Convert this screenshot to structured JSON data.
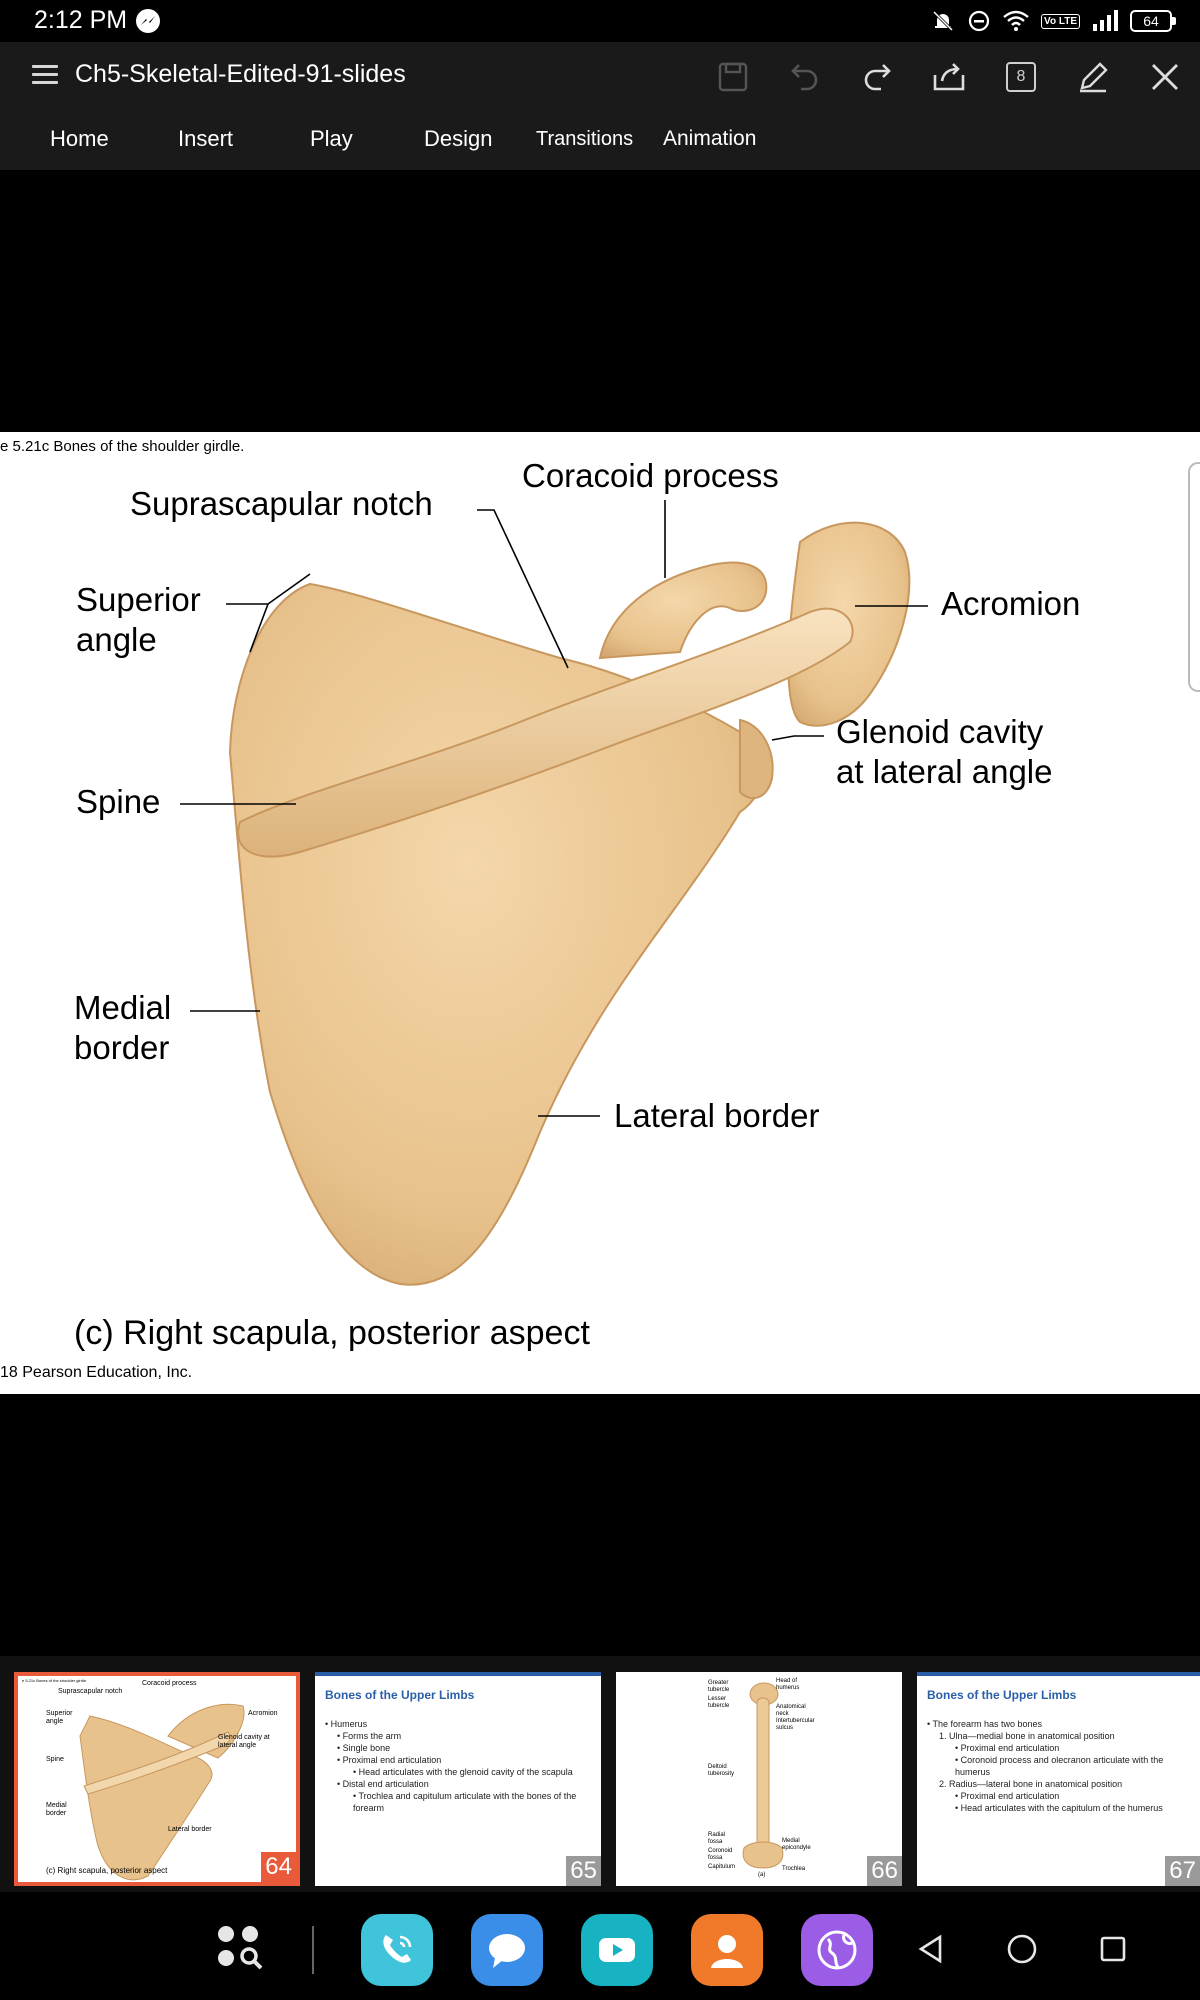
{
  "status_bar": {
    "time": "2:12 PM",
    "battery": "64",
    "network_badge": "Vo LTE",
    "icons": [
      "messenger-icon",
      "mute-bell-icon",
      "dnd-icon",
      "wifi-icon",
      "signal-icon",
      "battery-icon"
    ]
  },
  "toolbar": {
    "doc_title": "Ch5-Skeletal-Edited-91-slides",
    "slide_count": "8",
    "icons": [
      "menu-icon",
      "save-icon",
      "undo-icon",
      "redo-icon",
      "share-icon",
      "slide-count-icon",
      "edit-pen-icon",
      "close-icon"
    ]
  },
  "tabs": [
    {
      "label": "Home"
    },
    {
      "label": "Insert"
    },
    {
      "label": "Play"
    },
    {
      "label": "Design"
    },
    {
      "label": "Transitions"
    },
    {
      "label": "Animation"
    }
  ],
  "slide": {
    "caption": "e 5.21c Bones of the shoulder girdle.",
    "credit": "18 Pearson Education, Inc.",
    "subtitle": "(c) Right scapula, posterior aspect",
    "labels": {
      "suprascapular_notch": "Suprascapular notch",
      "coracoid_process": "Coracoid process",
      "superior_angle_1": "Superior",
      "superior_angle_2": "angle",
      "acromion": "Acromion",
      "glenoid_1": "Glenoid cavity",
      "glenoid_2": "at lateral angle",
      "spine": "Spine",
      "medial_border_1": "Medial",
      "medial_border_2": "border",
      "lateral_border": "Lateral border"
    }
  },
  "thumbnails": [
    {
      "number": "64",
      "selected": true,
      "labels": {
        "suprascapular": "Suprascapular notch",
        "coracoid": "Coracoid process",
        "superior": "Superior angle",
        "acromion": "Acromion",
        "glenoid": "Glenoid cavity at lateral angle",
        "spine": "Spine",
        "medial": "Medial border",
        "lateral": "Lateral border",
        "subtitle": "(c) Right scapula, posterior aspect"
      }
    },
    {
      "number": "65",
      "title": "Bones of the Upper Limbs",
      "bullets": [
        {
          "level": 1,
          "text": "• Humerus"
        },
        {
          "level": 2,
          "text": "• Forms the arm"
        },
        {
          "level": 2,
          "text": "• Single bone"
        },
        {
          "level": 2,
          "text": "• Proximal end articulation"
        },
        {
          "level": 3,
          "text": "• Head articulates with the glenoid cavity of the scapula"
        },
        {
          "level": 2,
          "text": "• Distal end articulation"
        },
        {
          "level": 3,
          "text": "• Trochlea and capitulum articulate with the bones of the forearm"
        }
      ]
    },
    {
      "number": "66",
      "labels": {
        "greater_tubercle": "Greater tubercle",
        "lesser_tubercle": "Lesser tubercle",
        "head": "Head of humerus",
        "anatomical_neck": "Anatomical neck",
        "intertubercular": "Intertubercular sulcus",
        "deltoid": "Deltoid tuberosity",
        "radial_fossa": "Radial fossa",
        "coronoid_fossa": "Coronoid fossa",
        "capitulum": "Capitulum",
        "medial_epicondyle": "Medial epicondyle",
        "trochlea": "Trochlea",
        "part": "(a)"
      }
    },
    {
      "number": "67",
      "title": "Bones of the Upper Limbs",
      "bullets": [
        {
          "level": 1,
          "text": "• The forearm has two bones"
        },
        {
          "level": 2,
          "text": "1. Ulna—medial bone in anatomical position"
        },
        {
          "level": 3,
          "text": "• Proximal end articulation"
        },
        {
          "level": 3,
          "text": "• Coronoid process and olecranon articulate with the humerus"
        },
        {
          "level": 2,
          "text": "2. Radius—lateral bone in anatomical position"
        },
        {
          "level": 3,
          "text": "• Proximal end articulation"
        },
        {
          "level": 3,
          "text": "• Head articulates with the capitulum of the humerus"
        }
      ]
    }
  ],
  "navbar": {
    "icons": [
      "app-drawer-search-icon",
      "phone-app-icon",
      "messages-app-icon",
      "video-app-icon",
      "contacts-app-icon",
      "browser-app-icon",
      "back-icon",
      "home-icon",
      "recents-icon"
    ],
    "colors": {
      "phone": "#3fc4dc",
      "messages": "#3b8ee8",
      "video": "#17b3c2",
      "contacts": "#f07a2a",
      "browser": "#9b5de5"
    }
  }
}
